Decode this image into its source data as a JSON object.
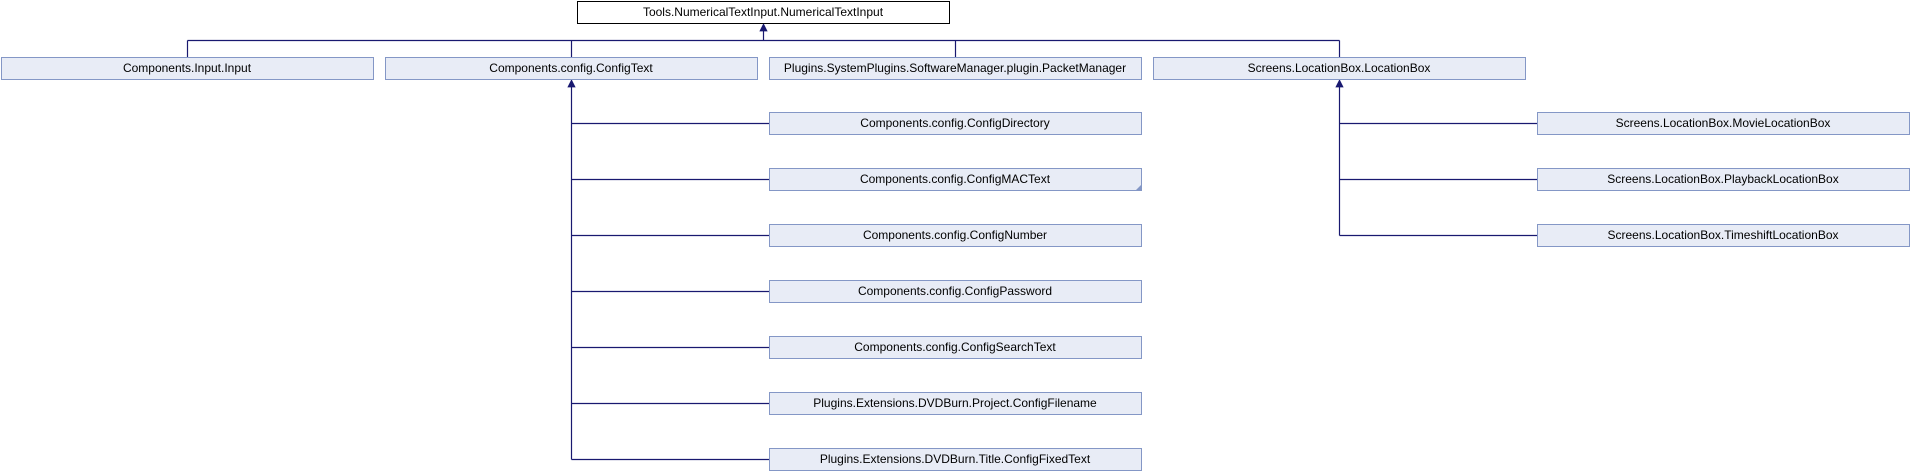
{
  "colors": {
    "node_fill": "#e8ecf6",
    "node_stroke": "#8497c6",
    "root_fill": "#ffffff",
    "root_stroke": "#000000",
    "edge": "#191970",
    "text": "#000000"
  },
  "nodes": [
    {
      "id": "numerical-text-input",
      "label": "Tools.NumericalTextInput.NumericalTextInput",
      "root": true
    },
    {
      "id": "input",
      "label": "Components.Input.Input"
    },
    {
      "id": "config-text",
      "label": "Components.config.ConfigText"
    },
    {
      "id": "packet-manager",
      "label": "Plugins.SystemPlugins.SoftwareManager.plugin.PacketManager"
    },
    {
      "id": "location-box",
      "label": "Screens.LocationBox.LocationBox"
    },
    {
      "id": "config-directory",
      "label": "Components.config.ConfigDirectory"
    },
    {
      "id": "config-mac-text",
      "label": "Components.config.ConfigMACText"
    },
    {
      "id": "config-number",
      "label": "Components.config.ConfigNumber"
    },
    {
      "id": "config-password",
      "label": "Components.config.ConfigPassword"
    },
    {
      "id": "config-search-text",
      "label": "Components.config.ConfigSearchText"
    },
    {
      "id": "config-filename",
      "label": "Plugins.Extensions.DVDBurn.Project.ConfigFilename"
    },
    {
      "id": "config-fixed-text",
      "label": "Plugins.Extensions.DVDBurn.Title.ConfigFixedText"
    },
    {
      "id": "movie-location-box",
      "label": "Screens.LocationBox.MovieLocationBox"
    },
    {
      "id": "playback-location-box",
      "label": "Screens.LocationBox.PlaybackLocationBox"
    },
    {
      "id": "timeshift-location-box",
      "label": "Screens.LocationBox.TimeshiftLocationBox"
    }
  ],
  "edges": [
    {
      "from": "input",
      "to": "numerical-text-input"
    },
    {
      "from": "config-text",
      "to": "numerical-text-input"
    },
    {
      "from": "packet-manager",
      "to": "numerical-text-input"
    },
    {
      "from": "location-box",
      "to": "numerical-text-input"
    },
    {
      "from": "config-directory",
      "to": "config-text"
    },
    {
      "from": "config-mac-text",
      "to": "config-text"
    },
    {
      "from": "config-number",
      "to": "config-text"
    },
    {
      "from": "config-password",
      "to": "config-text"
    },
    {
      "from": "config-search-text",
      "to": "config-text"
    },
    {
      "from": "config-filename",
      "to": "config-text"
    },
    {
      "from": "config-fixed-text",
      "to": "config-text"
    },
    {
      "from": "movie-location-box",
      "to": "location-box"
    },
    {
      "from": "playback-location-box",
      "to": "location-box"
    },
    {
      "from": "timeshift-location-box",
      "to": "location-box"
    }
  ]
}
